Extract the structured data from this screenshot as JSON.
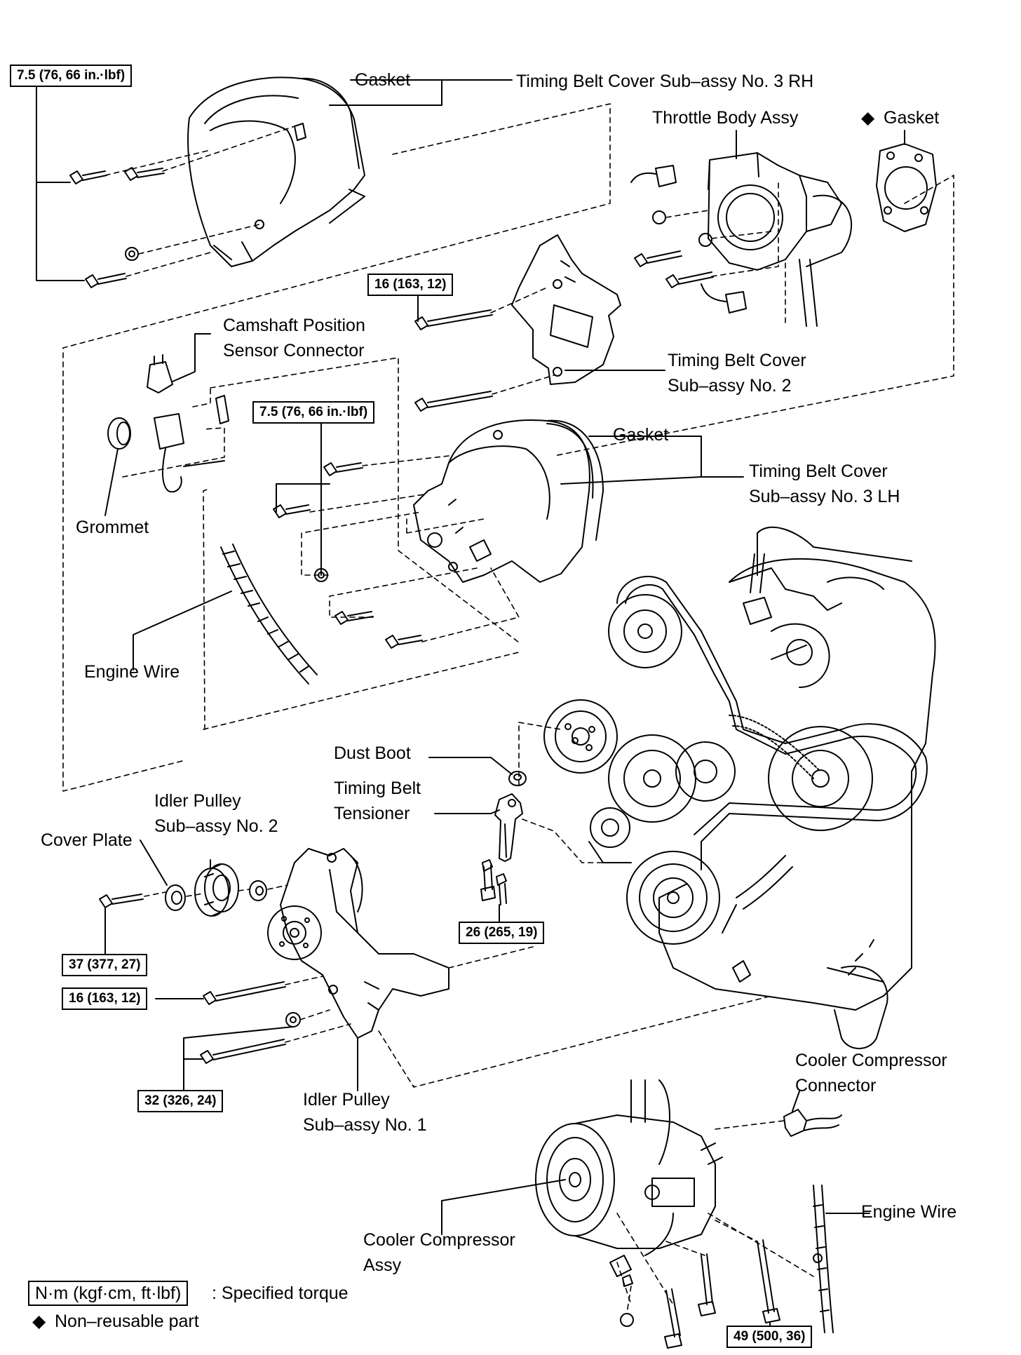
{
  "labels": {
    "gasket_top": "Gasket",
    "tbc3rh": "Timing Belt Cover Sub–assy No. 3 RH",
    "throttle": "Throttle Body Assy",
    "gasket_throttle_marker": "◆",
    "gasket_throttle": "Gasket",
    "cam_sensor_1": "Camshaft Position",
    "cam_sensor_2": "Sensor Connector",
    "tbc2_1": "Timing Belt Cover",
    "tbc2_2": "Sub–assy No. 2",
    "gasket_mid": "Gasket",
    "tbc3lh_1": "Timing Belt Cover",
    "tbc3lh_2": "Sub–assy No. 3 LH",
    "grommet": "Grommet",
    "engine_wire_1": "Engine Wire",
    "dust_boot": "Dust Boot",
    "tensioner_1": "Timing Belt",
    "tensioner_2": "Tensioner",
    "idler2_1": "Idler Pulley",
    "idler2_2": "Sub–assy No. 2",
    "cover_plate": "Cover Plate",
    "idler1_1": "Idler Pulley",
    "idler1_2": "Sub–assy No. 1",
    "cooler_conn_1": "Cooler Compressor",
    "cooler_conn_2": "Connector",
    "engine_wire_2": "Engine Wire",
    "cooler_assy_1": "Cooler Compressor",
    "cooler_assy_2": "Assy"
  },
  "torques": {
    "t1": "7.5 (76, 66 in.·lbf)",
    "t2": "16 (163, 12)",
    "t3": "7.5 (76, 66 in.·lbf)",
    "t4": "26 (265, 19)",
    "t5": "37 (377, 27)",
    "t6": "16 (163, 12)",
    "t7": "32 (326, 24)",
    "t8": "49 (500, 36)"
  },
  "legend": {
    "box": "N·m (kgf·cm, ft·lbf)",
    "box_text": ": Specified torque",
    "marker": "◆",
    "nonreusable": "Non–reusable part"
  }
}
